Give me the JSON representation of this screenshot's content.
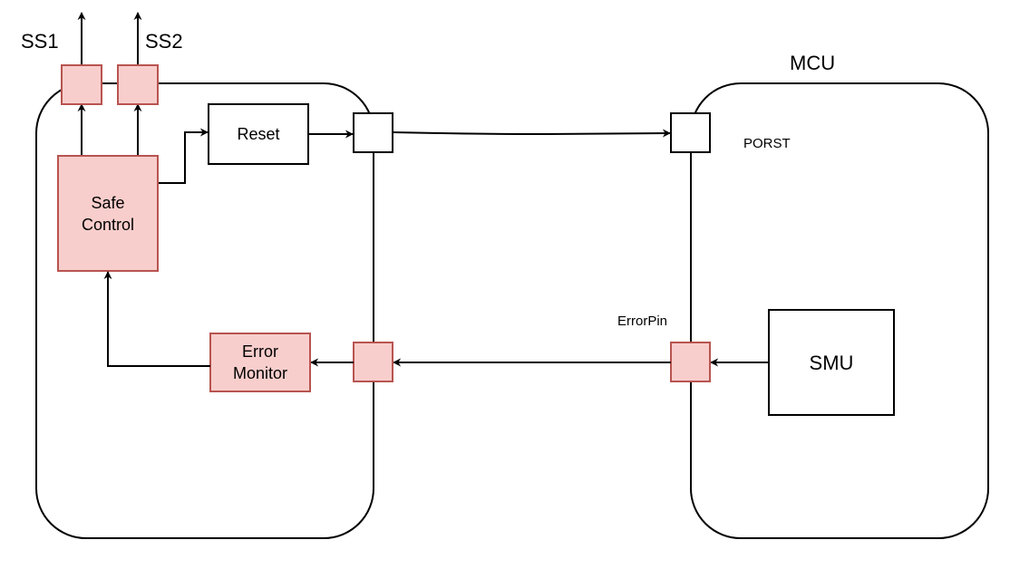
{
  "colors": {
    "stroke": "#000000",
    "highlight_fill": "#f8cecc",
    "highlight_stroke": "#b85450",
    "plain_fill": "#ffffff"
  },
  "labels": {
    "ss1": "SS1",
    "ss2": "SS2",
    "mcu": "MCU",
    "reset": "Reset",
    "safe_control_line1": "Safe",
    "safe_control_line2": "Control",
    "error_monitor_line1": "Error",
    "error_monitor_line2": "Monitor",
    "porst": "PORST",
    "errorpin": "ErrorPin",
    "smu": "SMU"
  }
}
